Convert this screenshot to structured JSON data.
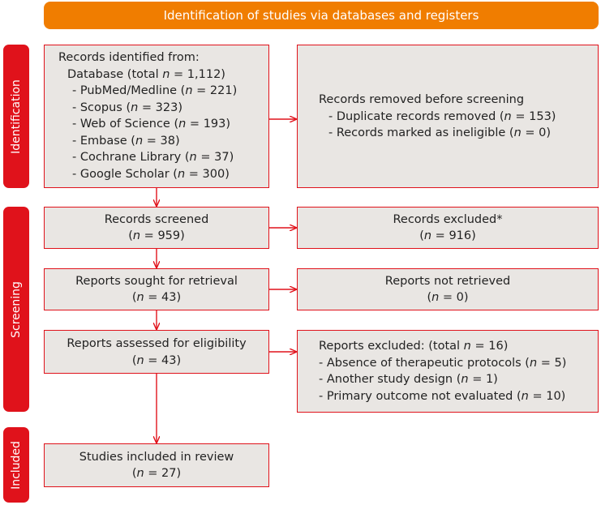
{
  "banner": {
    "title": "Identification of studies via databases and registers"
  },
  "phases": {
    "identification": "Identification",
    "screening": "Screening",
    "included": "Included"
  },
  "identified": {
    "heading": "Records identified from:",
    "database_prefix": "Database (total ",
    "database_value": " = 1,112)",
    "n": "n",
    "sources": [
      {
        "name": "- PubMed/Medline (",
        "value": " = 221)"
      },
      {
        "name": "- Scopus (",
        "value": " = 323)"
      },
      {
        "name": "- Web of Science (",
        "value": " = 193)"
      },
      {
        "name": "- Embase (",
        "value": " = 38)"
      },
      {
        "name": "- Cochrane Library (",
        "value": " = 37)"
      },
      {
        "name": "- Google Scholar (",
        "value": " = 300)"
      }
    ]
  },
  "removed": {
    "heading": "Records removed before screening",
    "items": [
      {
        "name": "- Duplicate records removed (",
        "value": " = 153)"
      },
      {
        "name": "- Records marked as ineligible (",
        "value": " = 0)"
      }
    ]
  },
  "screened": {
    "heading": "Records screened",
    "value": " = 959)"
  },
  "excluded": {
    "heading": "Records excluded*",
    "value": " = 916)"
  },
  "sought": {
    "heading": "Reports sought for retrieval",
    "value": " = 43)"
  },
  "not_retrieved": {
    "heading": "Reports not retrieved",
    "value": " = 0)"
  },
  "assessed": {
    "heading": "Reports assessed for eligibility",
    "value": " = 43)"
  },
  "reports_excluded": {
    "heading_prefix": "Reports excluded: (total ",
    "heading_value": " = 16)",
    "items": [
      {
        "name": "- Absence of therapeutic protocols (",
        "value": " = 5)"
      },
      {
        "name": "- Another study design (",
        "value": " = 1)"
      },
      {
        "name": "- Primary outcome not evaluated (",
        "value": " = 10)"
      }
    ]
  },
  "included_box": {
    "heading": "Studies included in review",
    "value": " = 27)"
  },
  "open_paren": "(",
  "colors": {
    "banner": "#f07d00",
    "phase": "#e0121b",
    "box_fill": "#e9e6e3",
    "border": "#e0121b"
  }
}
